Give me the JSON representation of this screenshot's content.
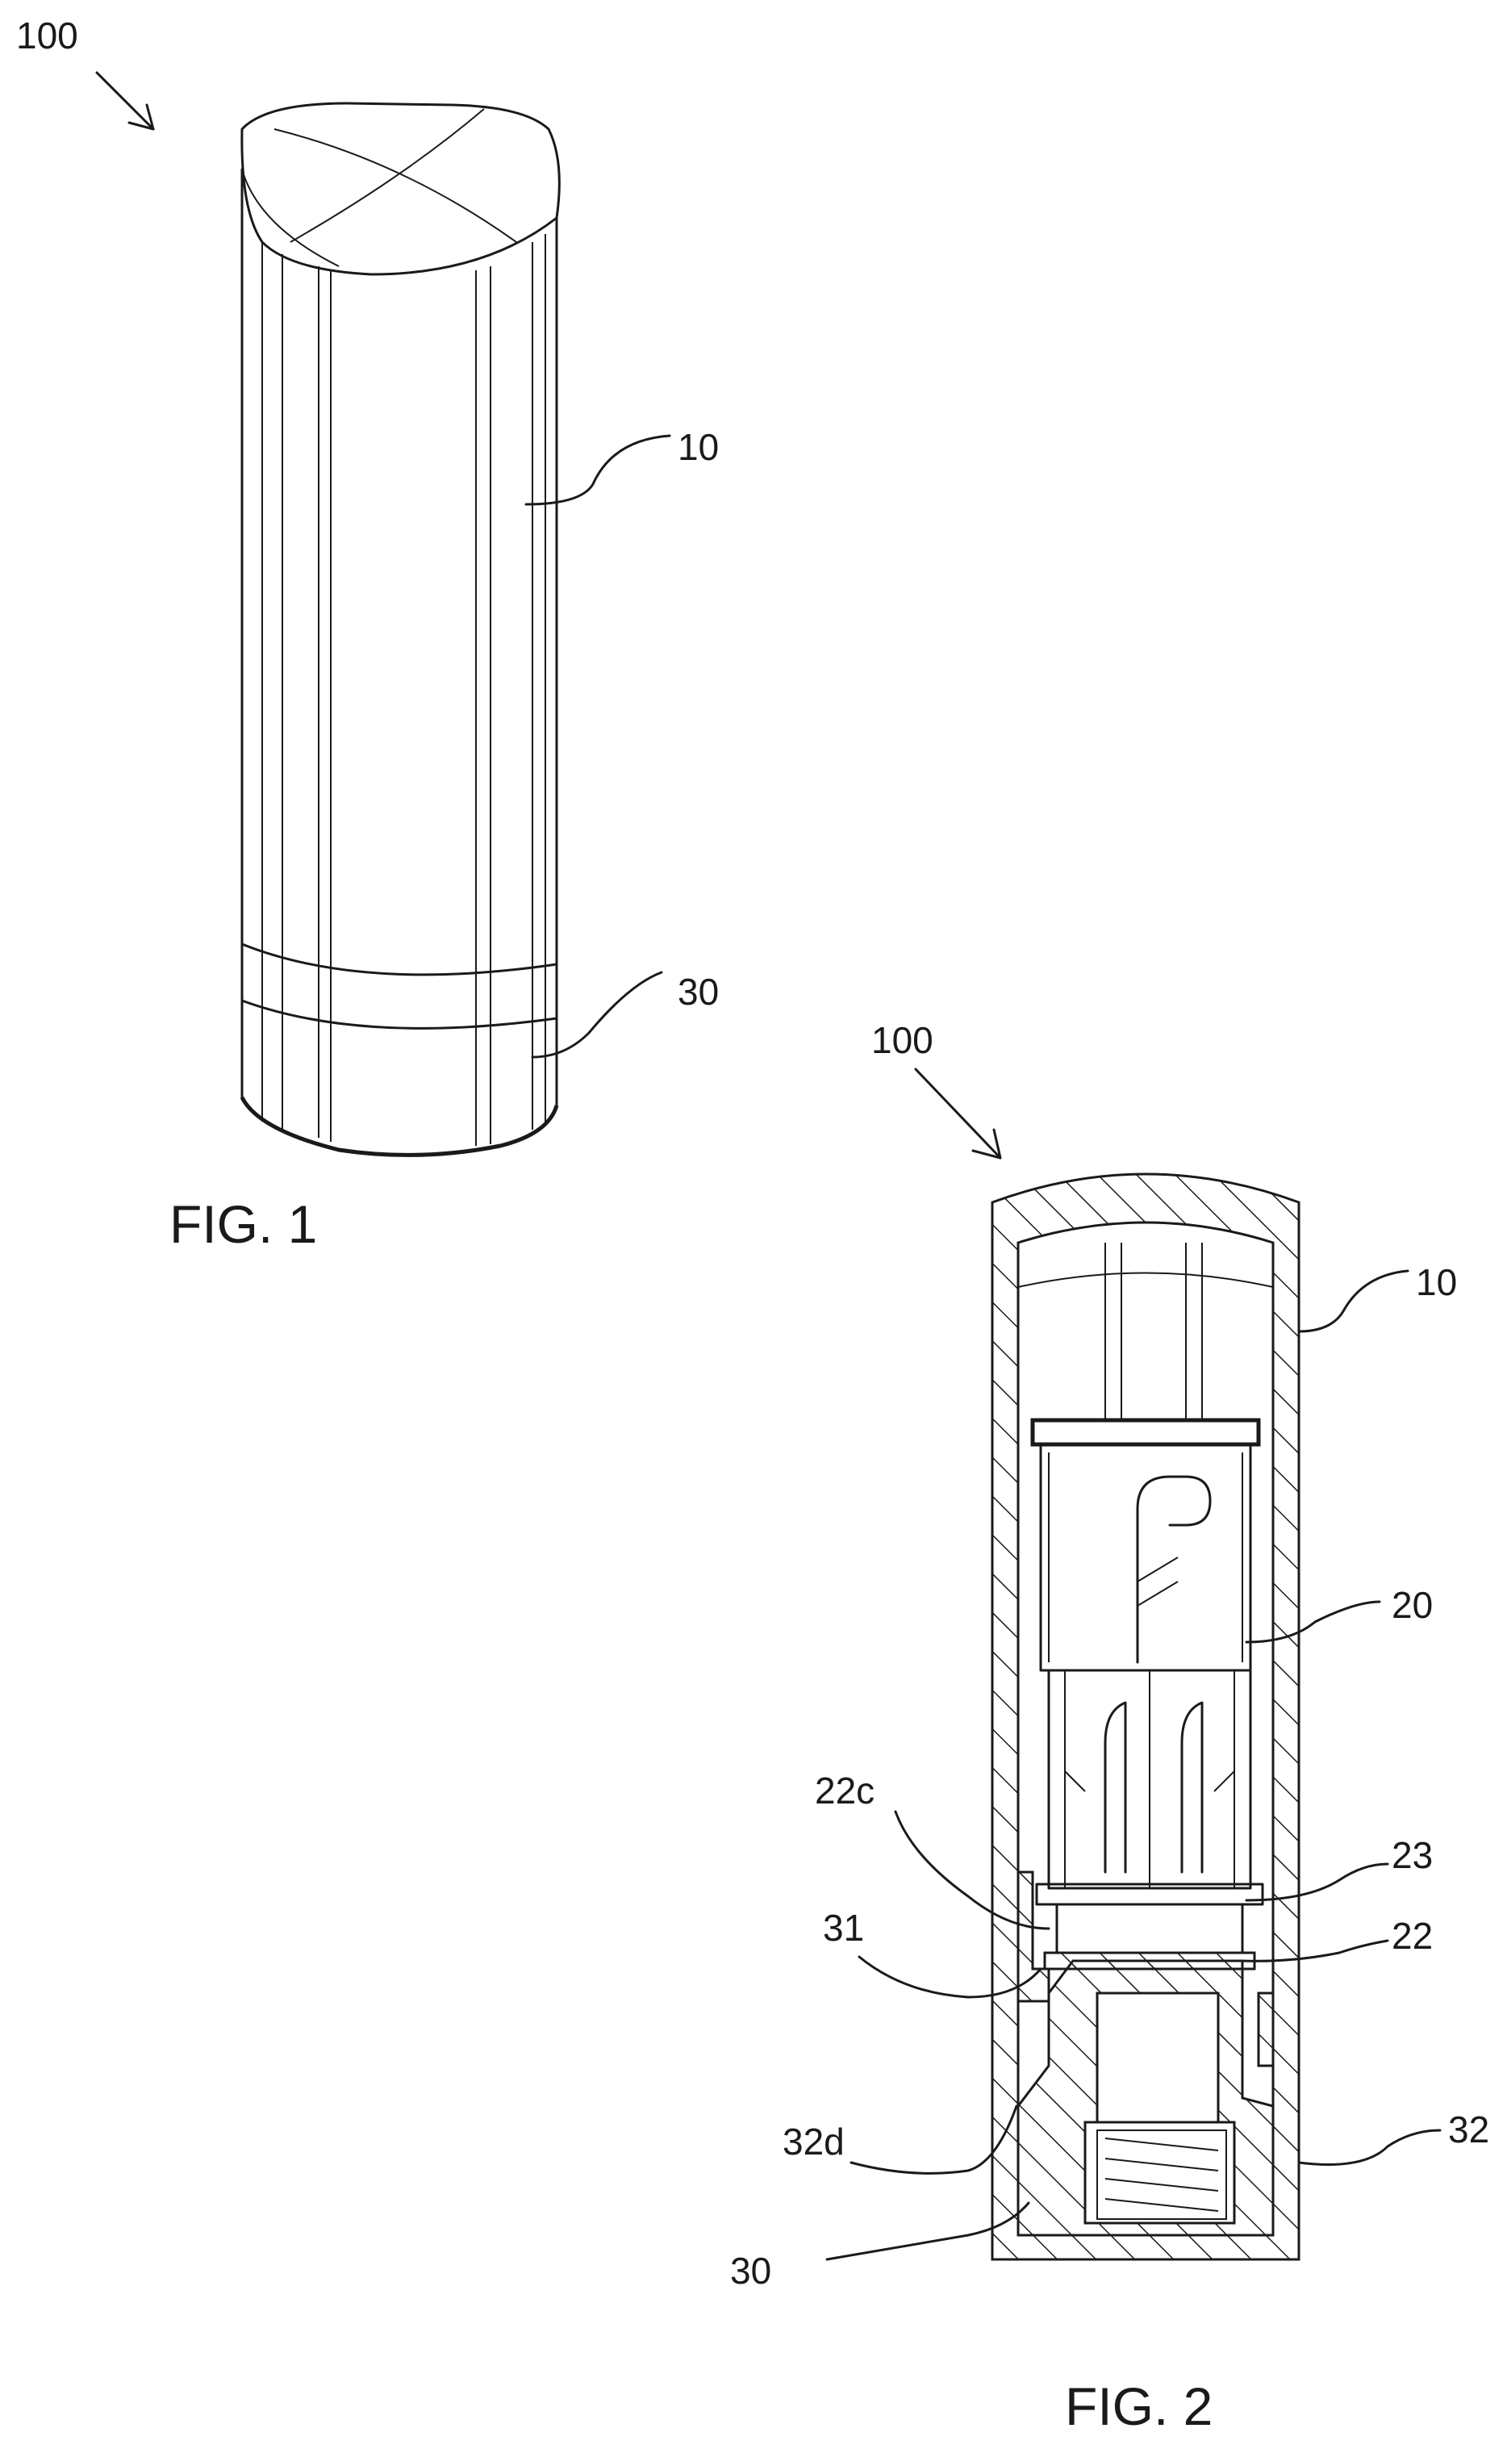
{
  "figures": [
    {
      "caption": "FIG. 1",
      "labels": {
        "assembly": "100",
        "cap": "10",
        "base": "30"
      }
    },
    {
      "caption": "FIG. 2",
      "labels": {
        "assembly": "100",
        "cap": "10",
        "inner_unit": "20",
        "part_22c": "22c",
        "part_23": "23",
        "part_31": "31",
        "part_22": "22",
        "part_32d": "32d",
        "part_32": "32",
        "base": "30"
      }
    }
  ]
}
